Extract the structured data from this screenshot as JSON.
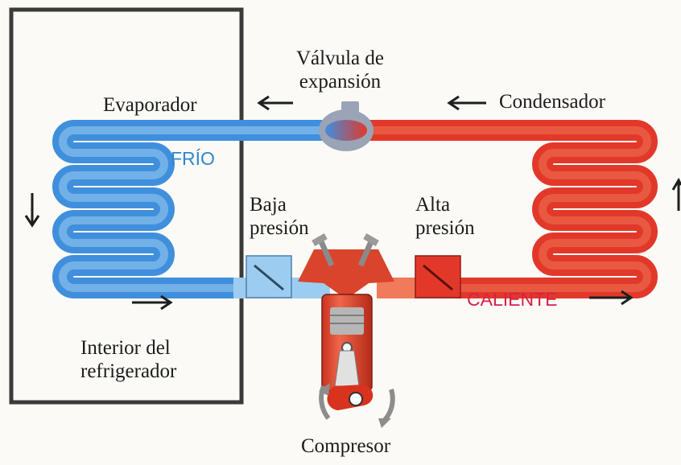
{
  "labels": {
    "expansion_valve": [
      "Válvula de",
      "expansión"
    ],
    "evaporator": "Evaporador",
    "condenser": "Condensador",
    "cold": "FRÍO",
    "low_pressure": [
      "Baja",
      "presión"
    ],
    "high_pressure": [
      "Alta",
      "presión"
    ],
    "hot": "CALIENTE",
    "fridge_interior": [
      "Interior del",
      "refrigerador"
    ],
    "compressor": "Compresor"
  },
  "colors": {
    "cold_pipe": "#3f8fdd",
    "cold_pipe_light": "#9ccdf1",
    "hot_pipe": "#e2382a",
    "hot_pipe_light": "#f07a5a",
    "frame": "#3a3a3a",
    "valve": "#9aa4b6",
    "compressor": "#d9442c",
    "piston": "#b6b6b6"
  }
}
